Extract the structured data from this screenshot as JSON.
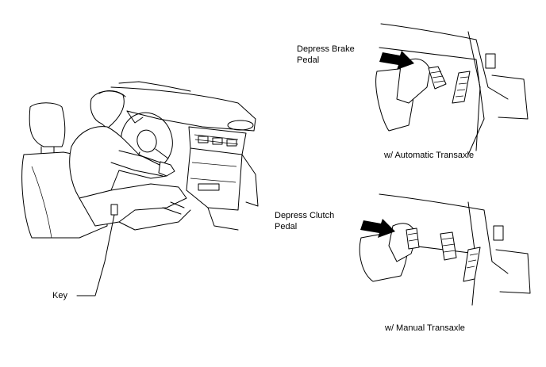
{
  "labels": {
    "key": "Key",
    "depress_brake_line1": "Depress Brake",
    "depress_brake_line2": "Pedal",
    "automatic_caption": "w/ Automatic Transaxle",
    "depress_clutch_line1": "Depress Clutch",
    "depress_clutch_line2": "Pedal",
    "manual_caption": "w/ Manual Transaxle"
  }
}
